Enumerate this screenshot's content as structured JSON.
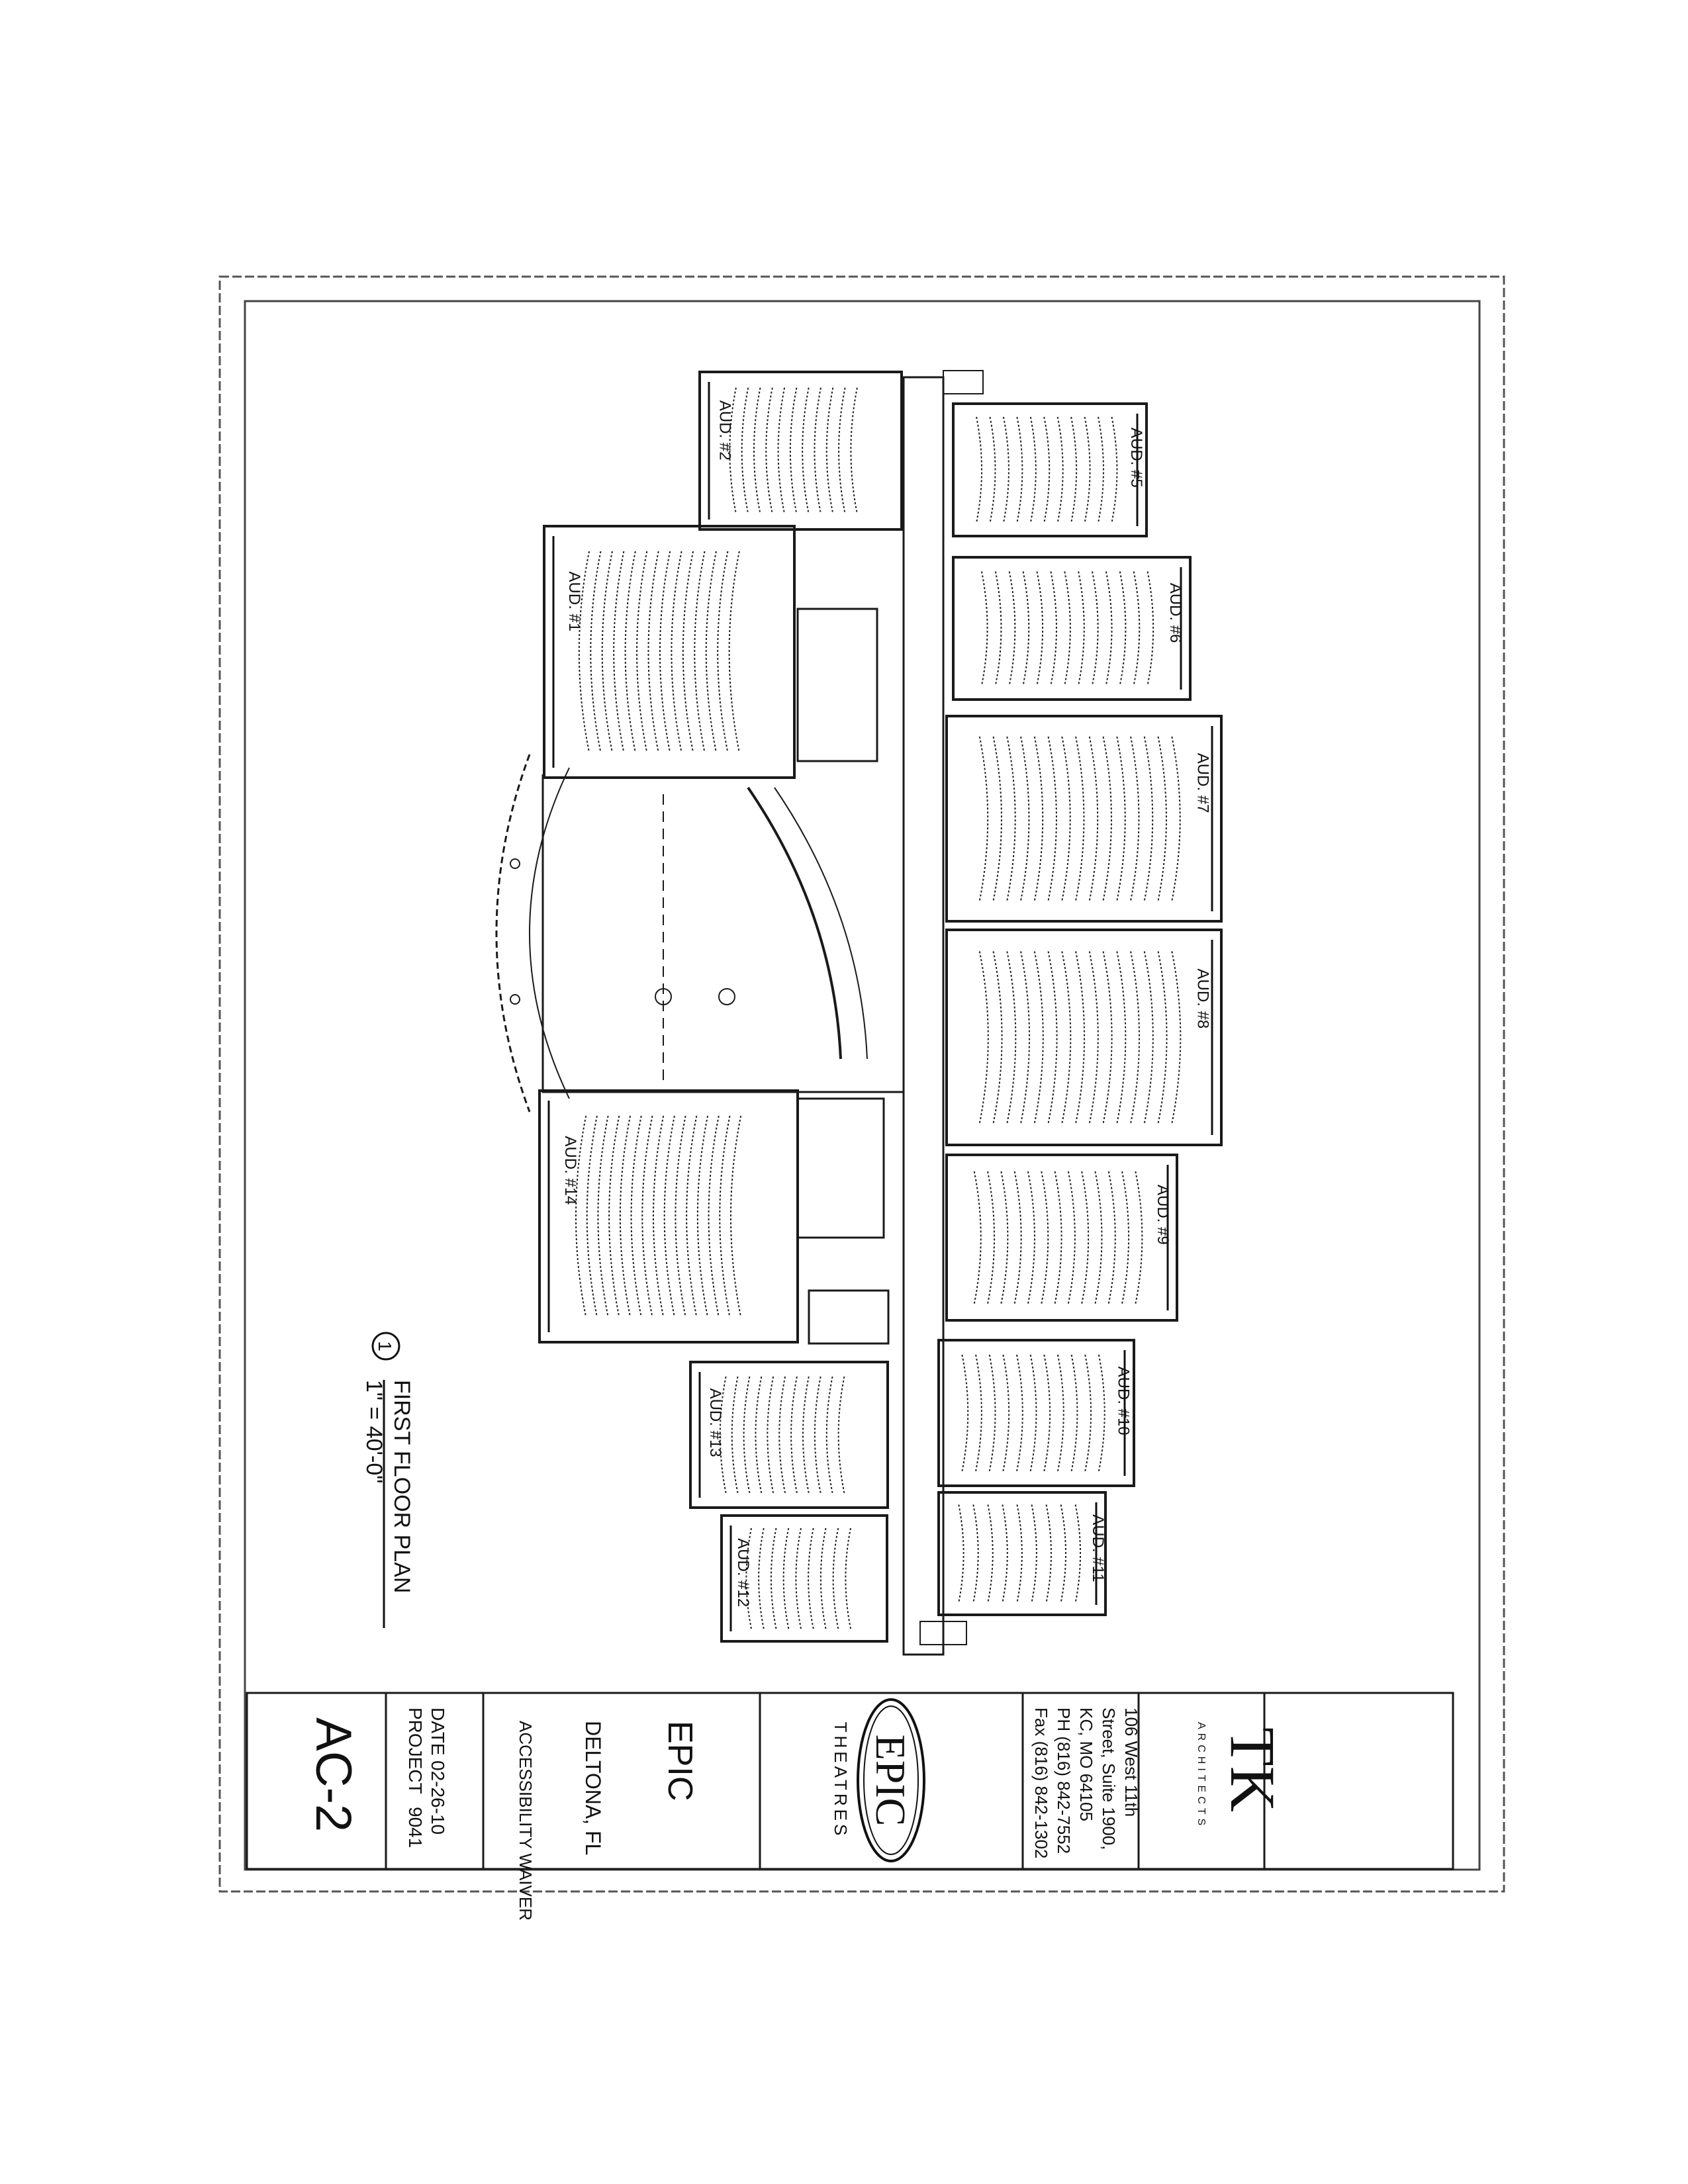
{
  "plan": {
    "title": "FIRST FLOOR PLAN",
    "scale": "1\" = 40'-0\"",
    "callout_number": "1"
  },
  "auditoriums": [
    {
      "id": "aud-1",
      "label": "AUD. #1"
    },
    {
      "id": "aud-2",
      "label": "AUD. #2"
    },
    {
      "id": "aud-5",
      "label": "AUD. #5"
    },
    {
      "id": "aud-6",
      "label": "AUD. #6"
    },
    {
      "id": "aud-7",
      "label": "AUD. #7"
    },
    {
      "id": "aud-8",
      "label": "AUD. #8"
    },
    {
      "id": "aud-9",
      "label": "AUD. #9"
    },
    {
      "id": "aud-10",
      "label": "AUD. #10"
    },
    {
      "id": "aud-11",
      "label": "AUD. #11"
    },
    {
      "id": "aud-12",
      "label": "AUD. #12"
    },
    {
      "id": "aud-13",
      "label": "AUD. #13"
    },
    {
      "id": "aud-14",
      "label": "AUD. #14"
    }
  ],
  "title_block": {
    "sheet_number": "AC-2",
    "date_label": "DATE",
    "date_value": "02-26-10",
    "project_label": "PROJECT",
    "project_value": "9041",
    "project_name": "EPIC",
    "location": "DELTONA, FL",
    "subtitle": "ACCESSIBILITY WAIVER",
    "logo_word": "EPIC",
    "logo_sub": "THEATRES",
    "address_lines": [
      "106 West 11th",
      "Street, Suite 1900,",
      "KC, MO 64105",
      "PH (816) 842-7552",
      "Fax (816) 842-1302"
    ],
    "architect_mark": "TK",
    "architect_sub": "ARCHITECTS"
  },
  "colors": {
    "ink": "#1a1a1a",
    "paper": "#ffffff"
  }
}
